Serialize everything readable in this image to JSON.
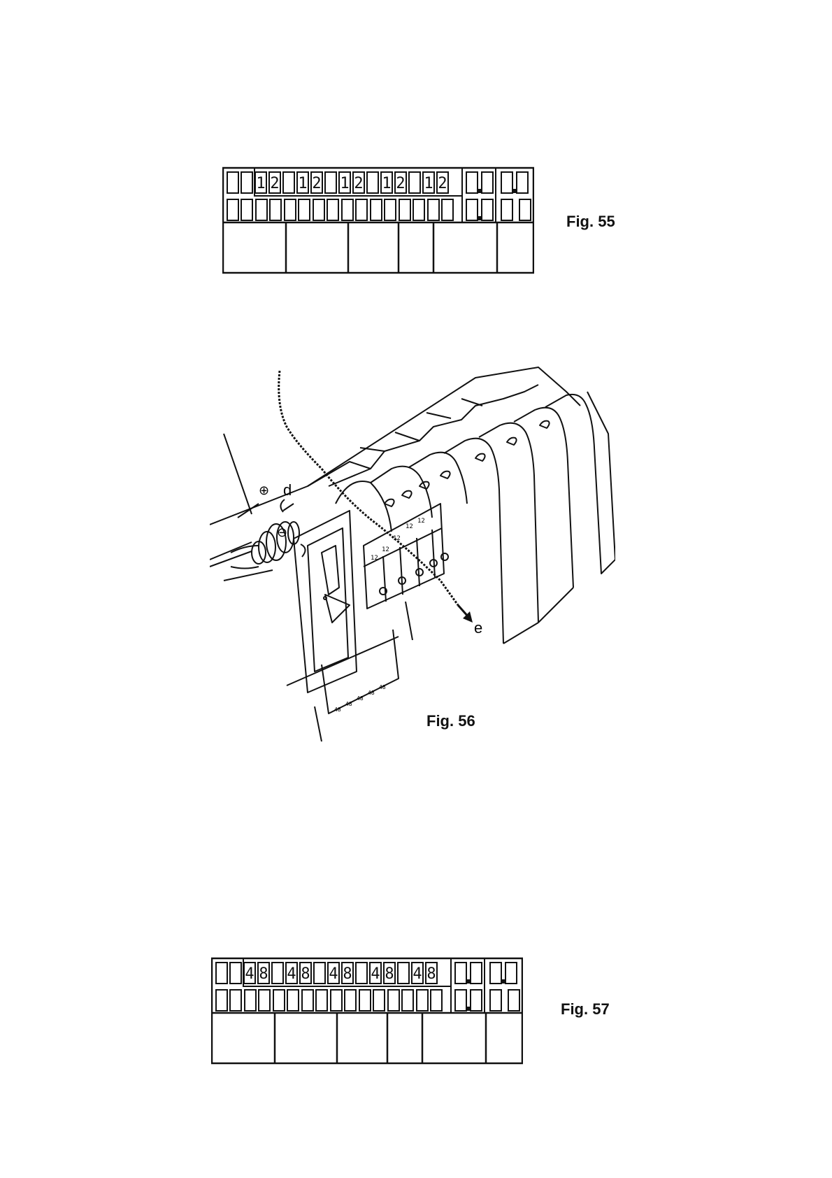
{
  "figures": [
    {
      "id": "fig55",
      "caption": "Fig. 55",
      "digit_pair": [
        "1",
        "2"
      ],
      "pair_count": 5
    },
    {
      "id": "fig56",
      "caption": "Fig. 56",
      "labels": {
        "d": "d",
        "e": "e",
        "plus": "⊕",
        "minus": "⊖"
      },
      "card_numbers": [
        "12",
        "12",
        "12",
        "12",
        "12"
      ],
      "strip_numbers": [
        "48",
        "48",
        "48",
        "48",
        "48"
      ]
    },
    {
      "id": "fig57",
      "caption": "Fig. 57",
      "digit_pair": [
        "4",
        "8"
      ],
      "pair_count": 5
    }
  ],
  "colors": {
    "ink": "#111111",
    "paper": "#ffffff"
  }
}
